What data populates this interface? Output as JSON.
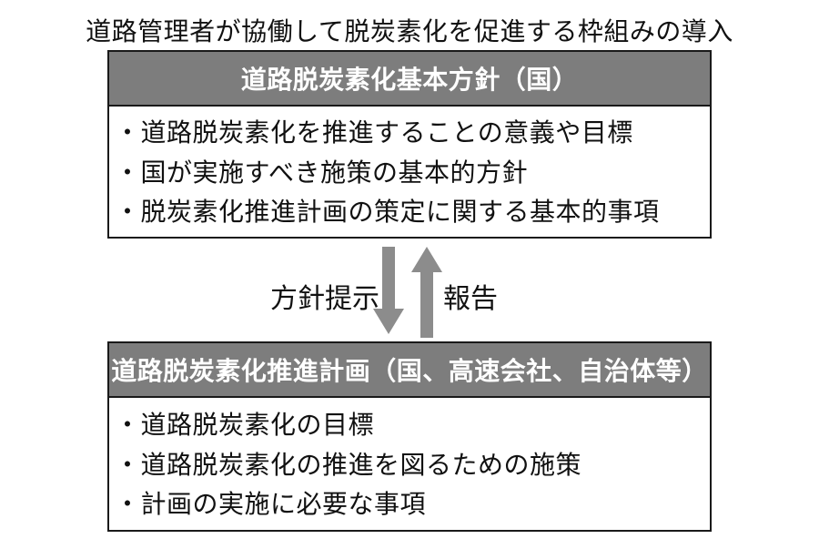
{
  "title": "道路管理者が協働して脱炭素化を促進する枠組みの導入",
  "colors": {
    "background": "#ffffff",
    "header_bg": "#7d7d7d",
    "header_text": "#ffffff",
    "arrow_gray": "#8c8c8c",
    "border_black": "#1a1a1a",
    "text_black": "#111111"
  },
  "basic_policy_box": {
    "header": "道路脱炭素化基本方針（国）",
    "items": [
      "・道路脱炭素化を推進することの意義や目標",
      "・国が実施すべき施策の基本的方針",
      "・脱炭素化推進計画の策定に関する基本的事項"
    ]
  },
  "connector": {
    "down_label": "方針提示",
    "up_label": "報告"
  },
  "promotion_plan_box": {
    "header": "道路脱炭素化推進計画（国、高速会社、自治体等）",
    "items": [
      "・道路脱炭素化の目標",
      "・道路脱炭素化の推進を図るための施策",
      "・計画の実施に必要な事項"
    ]
  }
}
